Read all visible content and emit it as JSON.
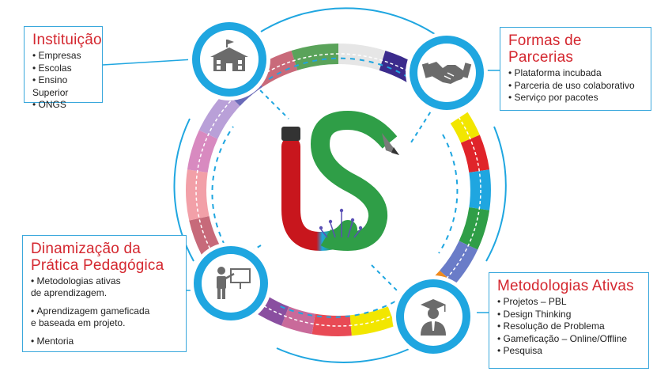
{
  "logo": {
    "text": "iS"
  },
  "colors": {
    "accent_blue": "#1fa6e0",
    "title_red": "#d4272f",
    "logo_red": "#c8161d",
    "logo_green": "#2f9e47"
  },
  "nodes": {
    "instituicao": {
      "icon": "school-building-icon",
      "title": "Instituição",
      "items": [
        "Empresas",
        "Escolas",
        "Ensino Superior",
        "ONGS"
      ]
    },
    "formas_parcerias": {
      "icon": "handshake-icon",
      "title_line1": "Formas de",
      "title_line2": "Parcerias",
      "items": [
        "Plataforma incubada",
        "Parceria de uso colaborativo",
        "Serviço por pacotes"
      ]
    },
    "dinamizacao": {
      "icon": "teacher-board-icon",
      "title_line1": "Dinamização da",
      "title_line2": "Prática Pedagógica",
      "items": [
        {
          "line1": "Metodologias ativas",
          "line2": "de aprendizagem."
        },
        {
          "line1": "Aprendizagem gameficada",
          "line2": "e baseada em projeto."
        },
        {
          "line1": "Mentoria",
          "line2": ""
        }
      ]
    },
    "metodologias": {
      "icon": "graduate-icon",
      "title": "Metodologias Ativas",
      "items": [
        "Projetos – PBL",
        "Design Thinking",
        "Resolução de Problema",
        "Gameficação – Online/Offline",
        "Pesquisa"
      ]
    }
  }
}
